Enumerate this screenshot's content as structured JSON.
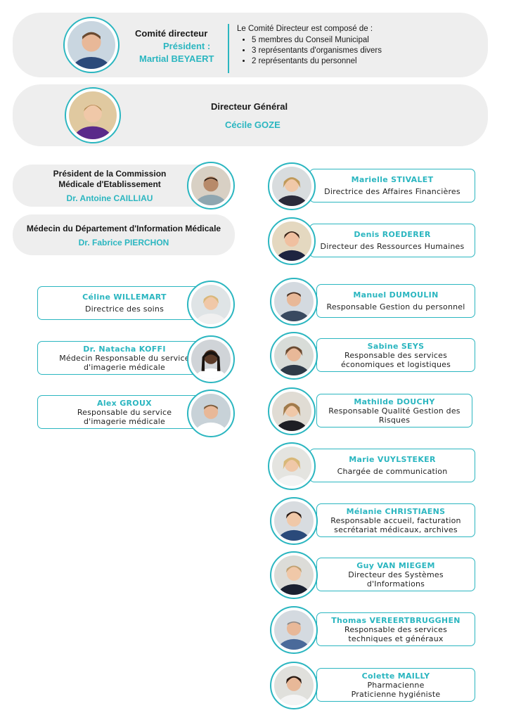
{
  "top": {
    "title": "Comité directeur",
    "president_label": "Président :",
    "president_name": "Martial BEYAERT",
    "composition_intro": "Le Comité Directeur est composé de :",
    "composition": [
      "5 membres du Conseil Municipal",
      "3 représentants d'organismes divers",
      "2 représentants du personnel"
    ]
  },
  "director": {
    "title": "Directeur Général",
    "name": "Cécile GOZE"
  },
  "cme": {
    "title_line1": "Président de la Commission",
    "title_line2": "Médicale d'Etablissement",
    "name": "Dr. Antoine CAILLIAU"
  },
  "dim": {
    "title": "Médecin du Département d'Information Médicale",
    "name": "Dr. Fabrice PIERCHON"
  },
  "left_cards": [
    {
      "name": "Céline WILLEMART",
      "role": [
        "Directrice des soins"
      ]
    },
    {
      "name": "Dr. Natacha KOFFI",
      "role": [
        "Médecin Responsable du service",
        "d'imagerie médicale"
      ]
    },
    {
      "name": "Alex GROUX",
      "role": [
        "Responsable du service",
        "d'imagerie médicale"
      ]
    }
  ],
  "right_cards": [
    {
      "name": "Marielle STIVALET",
      "role": [
        "Directrice des Affaires Financières"
      ]
    },
    {
      "name": "Denis ROEDERER",
      "role": [
        "Directeur des Ressources Humaines"
      ]
    },
    {
      "name": "Manuel DUMOULIN",
      "role": [
        "Responsable Gestion du personnel"
      ]
    },
    {
      "name": "Sabine SEYS",
      "role": [
        "Responsable des services",
        "économiques et logistiques"
      ]
    },
    {
      "name": "Mathilde DOUCHY",
      "role": [
        "Responsable Qualité Gestion des",
        "Risques"
      ]
    },
    {
      "name": "Marie VUYLSTEKER",
      "role": [
        "Chargée de communication"
      ]
    },
    {
      "name": "Mélanie CHRISTIAENS",
      "role": [
        "Responsable accueil, facturation",
        "secrétariat médicaux, archives"
      ]
    },
    {
      "name": "Guy VAN MIEGEM",
      "role": [
        "Directeur des Systèmes",
        "d'Informations"
      ]
    },
    {
      "name": "Thomas VEREERTBRUGGHEN",
      "role": [
        "Responsable des services",
        "techniques et généraux"
      ]
    },
    {
      "name": "Colette MAILLY",
      "role": [
        "Pharmacienne",
        "Praticienne hygiéniste"
      ]
    }
  ],
  "colors": {
    "accent": "#2bb6c0",
    "banner": "#eeeeee"
  }
}
